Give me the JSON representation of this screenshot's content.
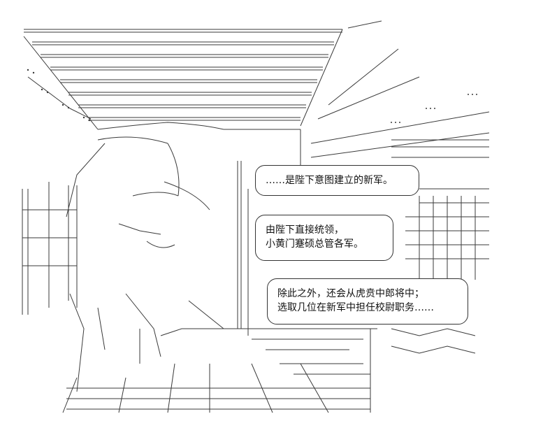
{
  "scene": {
    "dialogue": [
      {
        "lines": [
          "……是陛下意图建立的新军。"
        ]
      },
      {
        "lines": [
          "由陛下直接统领，",
          "小黄门蹇硕总管各军。"
        ]
      },
      {
        "lines": [
          "除此之外，还会从虎贲中郎将中；",
          "选取几位在新军中担任校尉职务……"
        ]
      }
    ]
  }
}
